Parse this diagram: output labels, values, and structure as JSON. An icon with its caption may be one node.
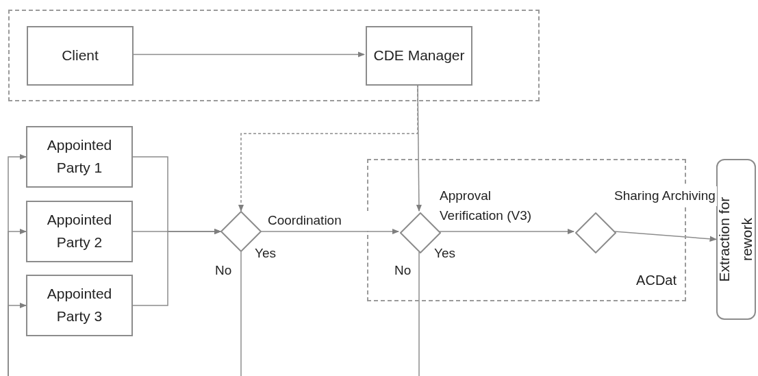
{
  "diagram": {
    "nodes": [
      {
        "text": [],
        "shape": "box"
      },
      {
        "text": [
          "Client"
        ],
        "in": 0
      },
      {
        "text": [
          "CDE Manager"
        ],
        "in": 0
      },
      {
        "text": [
          "Appointed Party 1"
        ]
      },
      {
        "text": [
          "Appointed Party 2"
        ]
      },
      {
        "text": [
          "Appointed Party 3"
        ]
      },
      {
        "text": [],
        "shape": "diamond"
      },
      {
        "text": [
          "ACDat"
        ]
      },
      {
        "text": [],
        "shape": "diamond",
        "in": 7
      },
      {
        "text": [],
        "shape": "diamond",
        "in": 7
      },
      {
        "text": [
          "Extraction for rework"
        ]
      }
    ],
    "edges": [
      {
        "from": 1,
        "to": 2,
        "arrow": "to"
      },
      {
        "from": 2,
        "to": 8,
        "arrow": "to"
      },
      {
        "from": 2,
        "to": 6,
        "arrow": "to",
        "style": "dashed"
      },
      {
        "from": 3,
        "to": 6,
        "arrow": "to"
      },
      {
        "from": 4,
        "to": 6,
        "arrow": "to"
      },
      {
        "from": 5,
        "to": 6,
        "arrow": "to"
      },
      {
        "from": 6,
        "to": 8,
        "arrow": "to",
        "label": "Coordination"
      },
      {
        "from": 8,
        "to": 9,
        "arrow": "to",
        "label": "Approval Verification (V3)"
      },
      {
        "from": 9,
        "to": 10,
        "arrow": "to",
        "label": "Sharing Archiving"
      },
      {
        "from": 6,
        "to": null,
        "arrow": "none"
      },
      {
        "from": 8,
        "to": null,
        "arrow": "none"
      },
      {
        "from": null,
        "to": 3,
        "arrow": "to"
      },
      {
        "from": null,
        "to": 4,
        "arrow": "to"
      },
      {
        "from": null,
        "to": 5,
        "arrow": "to"
      }
    ],
    "labels": [
      "Yes",
      "No",
      "Yes",
      "No"
    ]
  }
}
